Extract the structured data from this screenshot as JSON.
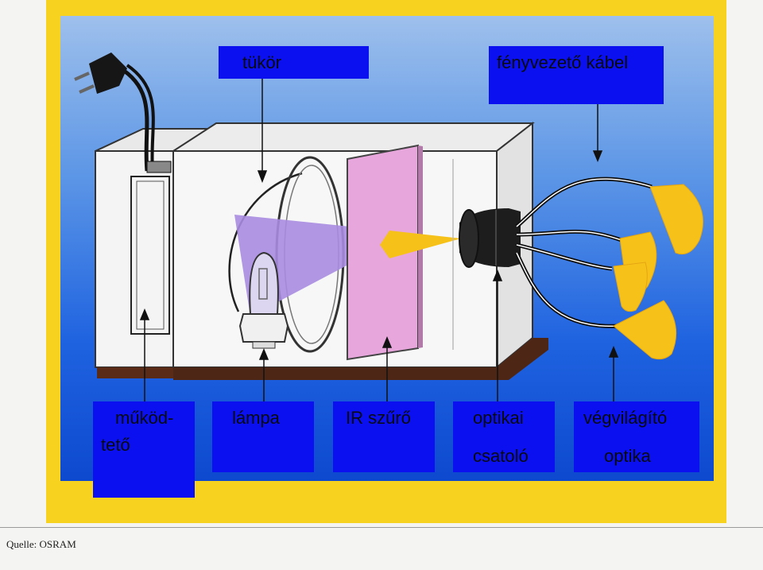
{
  "labels": {
    "mirror": "tükör",
    "fiber_cable": "fényvezető kábel",
    "driver_line1": "működ-",
    "driver_line2": "tető",
    "lamp": "lámpa",
    "ir_filter": "IR szűrő",
    "coupler_line1": "optikai",
    "coupler_line2": "csatoló",
    "end_optics_line1": "végvilágító",
    "end_optics_line2": "optika"
  },
  "source": "Quelle: OSRAM",
  "colors": {
    "frame": "#f7d21e",
    "label_bg": "#0a10f0",
    "beam_violet": "#a78be0",
    "light_yellow": "#f6c21a",
    "filter_pink": "#e7a6dc"
  }
}
